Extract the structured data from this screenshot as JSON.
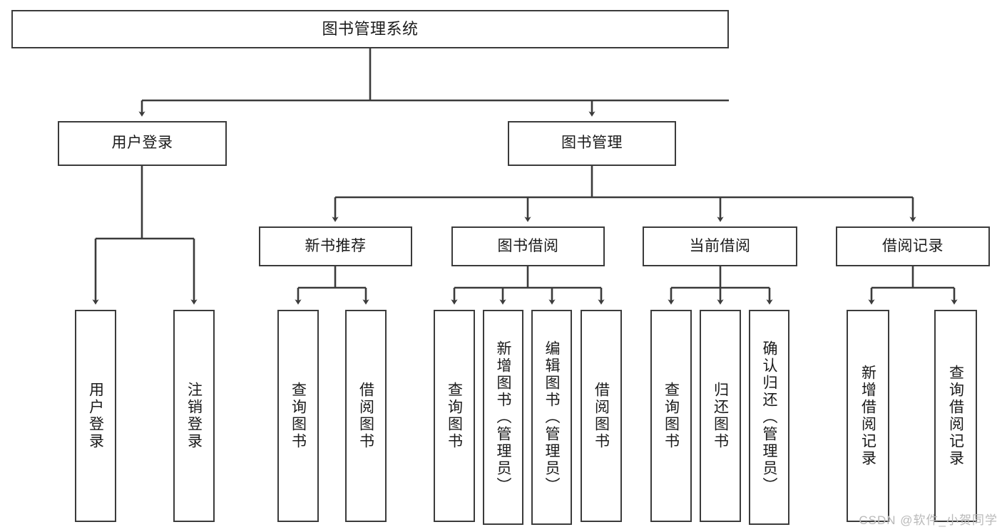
{
  "diagram": {
    "title": "图书管理系统",
    "type": "hierarchy-tree",
    "colors": {
      "box_border": "#3b3b3b",
      "box_fill": "#ffffff",
      "connector": "#3b3b3b",
      "text": "#1a1a1a",
      "watermark": "#b9b9b9",
      "background": "#ffffff"
    },
    "root": {
      "label": "图书管理系统"
    },
    "level2": [
      {
        "label": "用户登录"
      },
      {
        "label": "图书管理"
      }
    ],
    "level3": [
      {
        "label": "新书推荐"
      },
      {
        "label": "图书借阅"
      },
      {
        "label": "当前借阅"
      },
      {
        "label": "借阅记录"
      }
    ],
    "leaves": {
      "user_login": [
        {
          "label": "用户登录"
        },
        {
          "label": "注销登录"
        }
      ],
      "new_book_recommend": [
        {
          "label": "查询图书"
        },
        {
          "label": "借阅图书"
        }
      ],
      "book_borrow": [
        {
          "label": "查询图书"
        },
        {
          "label": "新增图书（管理员）"
        },
        {
          "label": "编辑图书（管理员）"
        },
        {
          "label": "借阅图书"
        }
      ],
      "current_borrow": [
        {
          "label": "查询图书"
        },
        {
          "label": "归还图书"
        },
        {
          "label": "确认归还（管理员）"
        }
      ],
      "borrow_record": [
        {
          "label": "新增借阅记录"
        },
        {
          "label": "查询借阅记录"
        }
      ]
    },
    "watermark": "CSDN @软件_小贺同学"
  }
}
